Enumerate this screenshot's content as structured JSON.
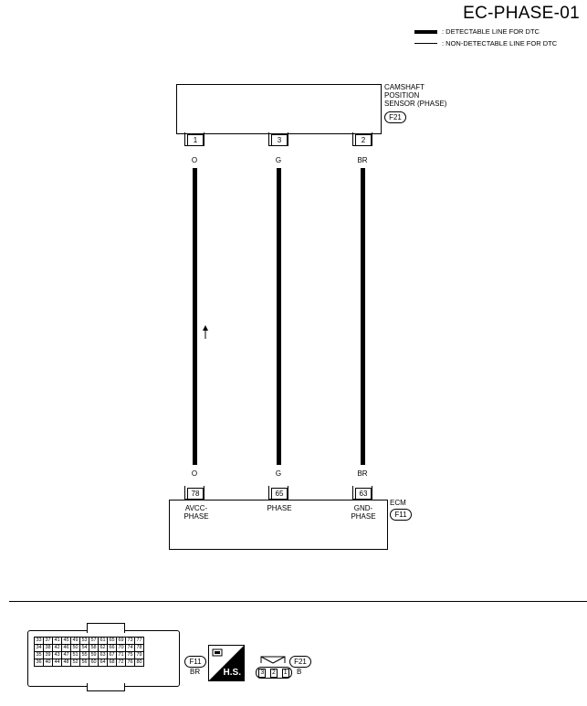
{
  "title": "EC-PHASE-01",
  "legend": {
    "detectable": ": DETECTABLE LINE FOR DTC",
    "non_detectable": ": NON-DETECTABLE LINE FOR DTC"
  },
  "sensor": {
    "name_line1": "CAMSHAFT",
    "name_line2": "POSITION",
    "name_line3": "SENSOR (PHASE)",
    "connector": "F21",
    "pins": [
      "1",
      "3",
      "2"
    ]
  },
  "wires": {
    "colors_top": [
      "O",
      "G",
      "BR"
    ],
    "colors_bottom": [
      "O",
      "G",
      "BR"
    ]
  },
  "ecm": {
    "name": "ECM",
    "connector": "F11",
    "pins": [
      "78",
      "65",
      "63"
    ],
    "labels": [
      {
        "l1": "AVCC-",
        "l2": "PHASE"
      },
      {
        "l1": "PHASE",
        "l2": ""
      },
      {
        "l1": "GND-",
        "l2": "PHASE"
      }
    ]
  },
  "connectors": {
    "ecm_grid": [
      [
        "33",
        "37",
        "41",
        "45",
        "49",
        "53",
        "57",
        "61",
        "65",
        "69",
        "73",
        "77"
      ],
      [
        "34",
        "38",
        "42",
        "46",
        "50",
        "54",
        "58",
        "62",
        "66",
        "70",
        "74",
        "78"
      ],
      [
        "35",
        "39",
        "43",
        "47",
        "51",
        "55",
        "59",
        "63",
        "67",
        "71",
        "75",
        "79"
      ],
      [
        "36",
        "40",
        "44",
        "48",
        "52",
        "56",
        "60",
        "64",
        "68",
        "72",
        "76",
        "80"
      ]
    ],
    "f11_label": "F11",
    "f11_color": "BR",
    "hs_label": "H.S.",
    "f21_pins": [
      "3",
      "2",
      "1"
    ],
    "f21_label": "F21",
    "f21_color": "B"
  }
}
